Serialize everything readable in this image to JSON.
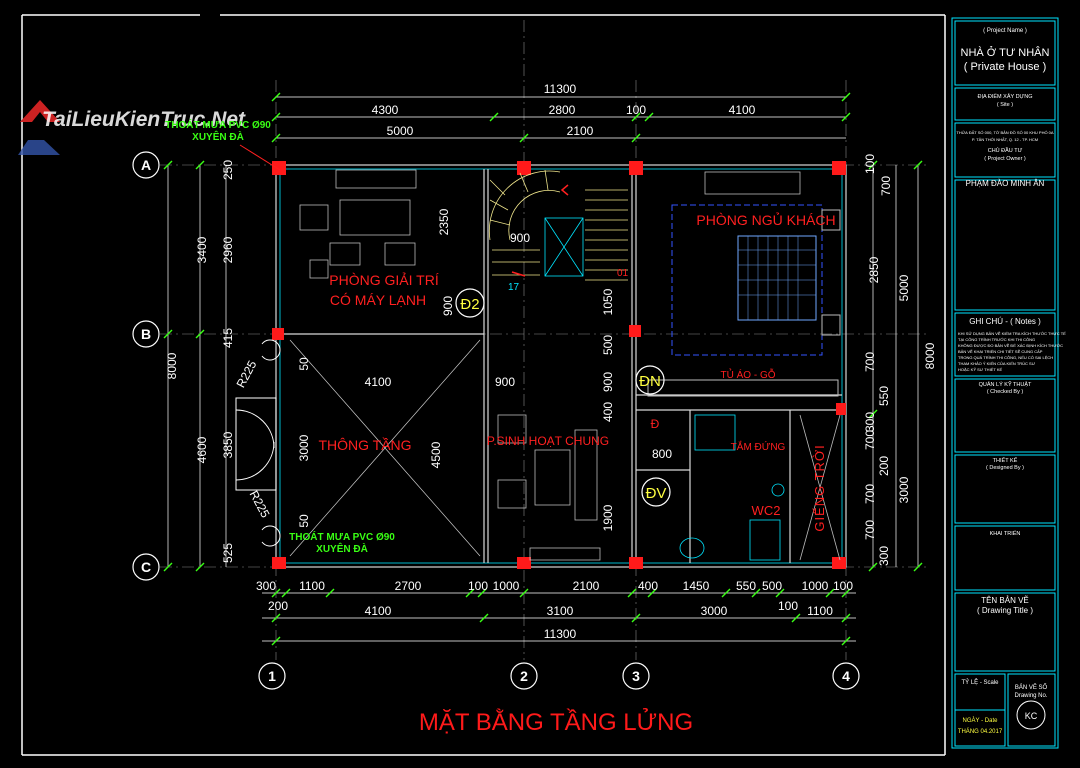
{
  "watermark": "TaiLieuKienTruc.Net",
  "drawing_title": "MẶT BẰNG TẦNG LỬNG",
  "axes": {
    "rows": [
      "A",
      "B",
      "C"
    ],
    "cols": [
      "1",
      "2",
      "3",
      "4"
    ]
  },
  "dims": {
    "top_total": "11300",
    "top_row1": [
      "4300",
      "2800",
      "100",
      "4100"
    ],
    "top_row2": [
      "5000",
      "2100"
    ],
    "bottom_row1": [
      "300",
      "1100",
      "2700",
      "100",
      "1000",
      "2100",
      "400",
      "1450",
      "550",
      "500",
      "1000",
      "100"
    ],
    "bottom_extra": [
      "200",
      "100"
    ],
    "bottom_row2": [
      "4100",
      "3100",
      "3000",
      "1100"
    ],
    "bottom_total": "11300",
    "left_outer": [
      "3400",
      "4600"
    ],
    "left_total": "8000",
    "left_inner": [
      "250",
      "2960",
      "415",
      "3850",
      "525"
    ],
    "right_outer": [
      "5000",
      "3000"
    ],
    "right_total": "8000",
    "right_inner": [
      "100",
      "700",
      "2850",
      "700",
      "550",
      "300",
      "700",
      "200",
      "700",
      "700",
      "300"
    ],
    "interior": [
      "2350",
      "900",
      "900",
      "1050",
      "500",
      "900",
      "400",
      "4100",
      "900",
      "3000",
      "4500",
      "800",
      "1900",
      "50",
      "50",
      "R225",
      "R225"
    ]
  },
  "labels": {
    "phong_giai_tri_1": "PHÒNG GIẢI TRÍ",
    "phong_giai_tri_2": "CÓ MÁY LẠNH",
    "phong_ngu": "PHÒNG NGỦ KHÁCH",
    "thong_tang": "THÔNG TẦNG",
    "sinh_hoat": "P.SINH HOẠT CHUNG",
    "tu_ao": "TỦ ÁO - GỖ",
    "tam_dung": "TẮM ĐỨNG",
    "wc2": "WC2",
    "gieng_troi": "GIẾNG TRỜI",
    "drain_top_1": "THOÁT MƯA PVC Ø90",
    "drain_top_2": "XUYÊN ĐÀ",
    "drain_bot_1": "THOÁT MƯA PVC Ø90",
    "drain_bot_2": "XUYÊN ĐÀ",
    "stair_17": "17",
    "stair_01": "01",
    "door_d2": "Đ2",
    "door_dn": "ĐN",
    "door_dv": "ĐV",
    "door_d_small": "Đ"
  },
  "title_block": {
    "project_name_label": "( Project Name )",
    "project_name_vi": "NHÀ Ở TƯ NHÂN",
    "project_name_en": "( Private House )",
    "site_label": "ĐỊA ĐIỂM XÂY DỰNG",
    "site_label_en": "( Site )",
    "site_text_1": "THỬA ĐẤT SỐ 000, TỜ BẢN ĐỒ SỐ 00 KHU PHỐ 0A",
    "site_text_2": "P. TÂN THỚI NHẤT, Q. 12 - TP. HCM",
    "owner_label": "CHỦ ĐẦU TƯ",
    "owner_label_en": "( Project Owner )",
    "owner_name": "PHẠM ĐÀO MINH ÂN",
    "notes_label": "GHI CHÚ - ( Notes )",
    "notes_lines": [
      "KHI SỬ DỤNG BẢN VẼ KIỂM TRA KÍCH THƯỚC THỰC TẾ",
      "TẠI CÔNG TRÌNH TRƯỚC KHI THI CÔNG",
      "KHÔNG ĐƯỢC ĐO BẢN VẼ ĐỂ XÁC ĐỊNH KÍCH THƯỚC",
      "BẢN VẼ KHAI TRIỂN CHI TIẾT SẼ CUNG CẤP",
      "TRONG QUÁ TRÌNH THI CÔNG, NẾU CÓ SAI LỆCH",
      "THAM KHẢO Ý KIẾN CỦA KIẾN TRÚC SƯ",
      "HOẶC KỸ SƯ THIẾT KẾ"
    ],
    "checked_label": "QUẢN LÝ KỸ THUẬT",
    "checked_label_en": "( Checked By )",
    "designed_label": "THIẾT KẾ",
    "designed_label_en": "( Designed By )",
    "dev_label": "KHAI TRIỂN",
    "drawing_title_label": "TÊN BẢN VẼ",
    "drawing_title_label_en": "( Drawing Title )",
    "scale_label": "TỶ LỆ - Scale",
    "date_label": "NGÀY - Date",
    "date_value": "THÁNG 04.2017",
    "drawing_no_label": "BẢN VẼ SỐ",
    "drawing_no_label_en": "Drawing No.",
    "drawing_no_value": "KC"
  }
}
